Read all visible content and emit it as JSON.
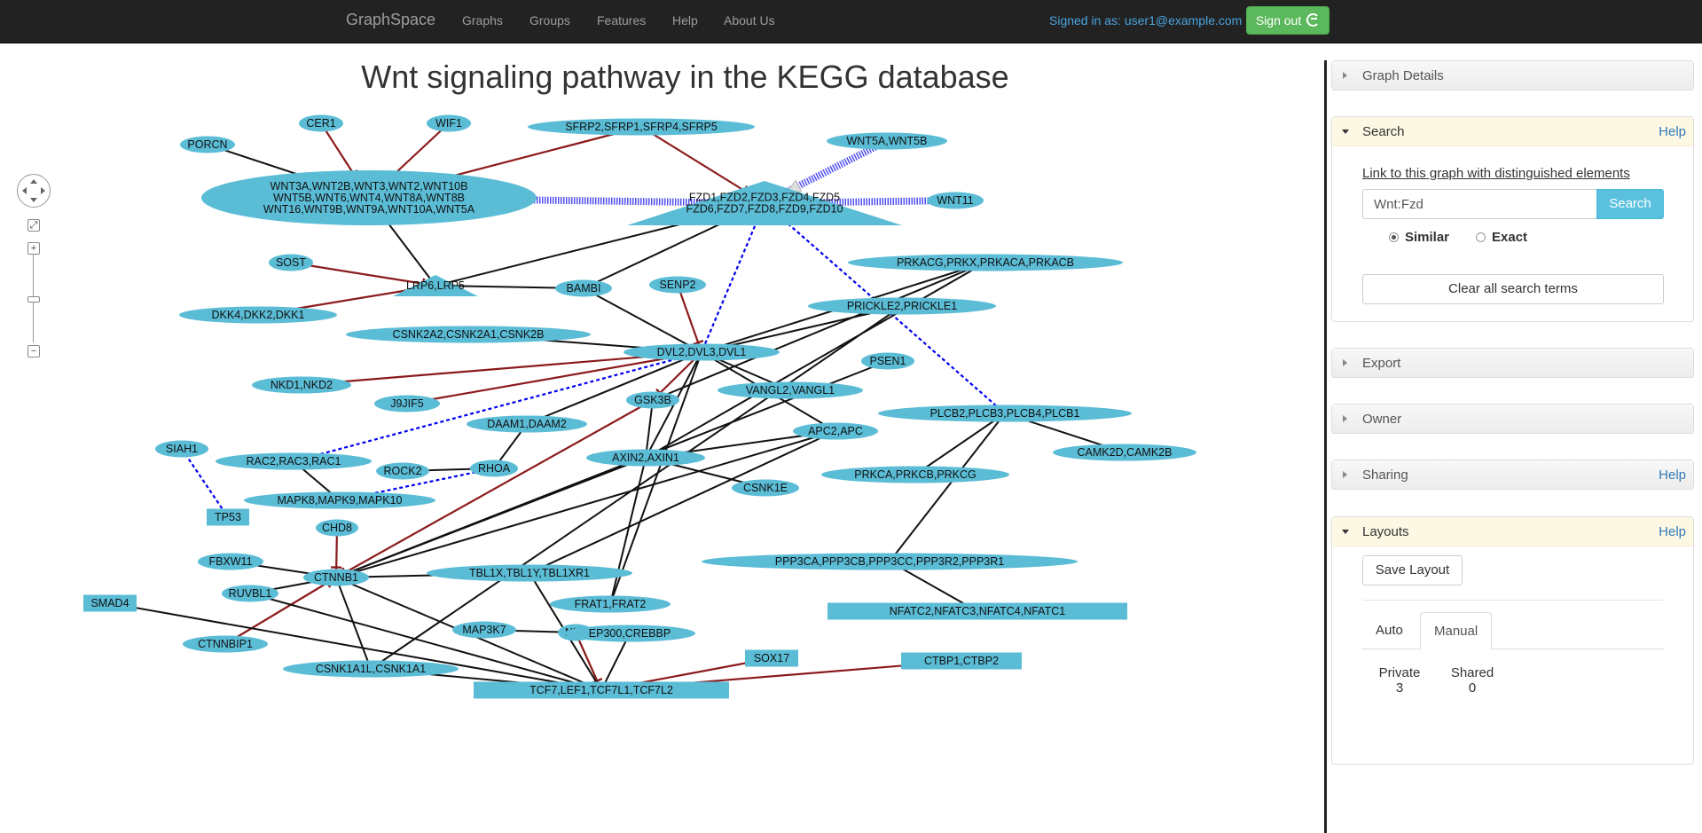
{
  "nav": {
    "brand": "GraphSpace",
    "links": [
      "Graphs",
      "Groups",
      "Features",
      "Help",
      "About Us"
    ],
    "signed_in": "Signed in as: user1@example.com",
    "signout": "Sign out"
  },
  "graph": {
    "title": "Wnt signaling pathway in the KEGG database",
    "nodes": [
      {
        "id": "cer1",
        "label": "CER1",
        "shape": "ellipse"
      },
      {
        "id": "wif1",
        "label": "WIF1",
        "shape": "ellipse"
      },
      {
        "id": "sfrp",
        "label": "SFRP2,SFRP1,SFRP4,SFRP5",
        "shape": "ellipse"
      },
      {
        "id": "wnt5a",
        "label": "WNT5A,WNT5B",
        "shape": "ellipse"
      },
      {
        "id": "porcn",
        "label": "PORCN",
        "shape": "ellipse"
      },
      {
        "id": "wnt",
        "label": "WNT3A,WNT2B,WNT3,WNT2,WNT10B|WNT5B,WNT6,WNT4,WNT8A,WNT8B|WNT16,WNT9B,WNT9A,WNT10A,WNT5A",
        "shape": "ellipse"
      },
      {
        "id": "fzd",
        "label": "FZD1,FZD2,FZD3,FZD4,FZD5|FZD6,FZD7,FZD8,FZD9,FZD10",
        "shape": "triangle"
      },
      {
        "id": "wnt11",
        "label": "WNT11",
        "shape": "ellipse"
      },
      {
        "id": "sost",
        "label": "SOST",
        "shape": "ellipse"
      },
      {
        "id": "lrp",
        "label": "LRP6,LRP5",
        "shape": "triangle"
      },
      {
        "id": "bambi",
        "label": "BAMBI",
        "shape": "ellipse"
      },
      {
        "id": "senp2",
        "label": "SENP2",
        "shape": "ellipse"
      },
      {
        "id": "prka",
        "label": "PRKACG,PRKX,PRKACA,PRKACB",
        "shape": "ellipse"
      },
      {
        "id": "dkk",
        "label": "DKK4,DKK2,DKK1",
        "shape": "ellipse"
      },
      {
        "id": "prickle",
        "label": "PRICKLE2,PRICKLE1",
        "shape": "ellipse"
      },
      {
        "id": "csnk2",
        "label": "CSNK2A2,CSNK2A1,CSNK2B",
        "shape": "ellipse"
      },
      {
        "id": "dvl",
        "label": "DVL2,DVL3,DVL1",
        "shape": "ellipse"
      },
      {
        "id": "psen1",
        "label": "PSEN1",
        "shape": "ellipse"
      },
      {
        "id": "nkd",
        "label": "NKD1,NKD2",
        "shape": "ellipse"
      },
      {
        "id": "vangl",
        "label": "VANGL2,VANGL1",
        "shape": "ellipse"
      },
      {
        "id": "j9jif5",
        "label": "J9JIF5",
        "shape": "ellipse"
      },
      {
        "id": "gsk3b",
        "label": "GSK3B",
        "shape": "ellipse"
      },
      {
        "id": "plcb",
        "label": "PLCB2,PLCB3,PLCB4,PLCB1",
        "shape": "ellipse"
      },
      {
        "id": "daam",
        "label": "DAAM1,DAAM2",
        "shape": "ellipse"
      },
      {
        "id": "apc",
        "label": "APC2,APC",
        "shape": "ellipse"
      },
      {
        "id": "siah1",
        "label": "SIAH1",
        "shape": "ellipse"
      },
      {
        "id": "camk2",
        "label": "CAMK2D,CAMK2B",
        "shape": "ellipse"
      },
      {
        "id": "rac",
        "label": "RAC2,RAC3,RAC1",
        "shape": "ellipse"
      },
      {
        "id": "axin",
        "label": "AXIN2,AXIN1",
        "shape": "ellipse"
      },
      {
        "id": "rock2",
        "label": "ROCK2",
        "shape": "ellipse"
      },
      {
        "id": "rhoa",
        "label": "RHOA",
        "shape": "ellipse"
      },
      {
        "id": "prkc",
        "label": "PRKCA,PRKCB,PRKCG",
        "shape": "ellipse"
      },
      {
        "id": "csnk1e",
        "label": "CSNK1E",
        "shape": "ellipse"
      },
      {
        "id": "mapk",
        "label": "MAPK8,MAPK9,MAPK10",
        "shape": "ellipse"
      },
      {
        "id": "tp53",
        "label": "TP53",
        "shape": "rect"
      },
      {
        "id": "chd8",
        "label": "CHD8",
        "shape": "ellipse"
      },
      {
        "id": "fbxw11",
        "label": "FBXW11",
        "shape": "ellipse"
      },
      {
        "id": "ppp3",
        "label": "PPP3CA,PPP3CB,PPP3CC,PPP3R2,PPP3R1",
        "shape": "ellipse"
      },
      {
        "id": "ctnnb1",
        "label": "CTNNB1",
        "shape": "ellipse"
      },
      {
        "id": "tbl1",
        "label": "TBL1X,TBL1Y,TBL1XR1",
        "shape": "ellipse"
      },
      {
        "id": "ruvbl1",
        "label": "RUVBL1",
        "shape": "ellipse"
      },
      {
        "id": "smad4",
        "label": "SMAD4",
        "shape": "rect"
      },
      {
        "id": "frat",
        "label": "FRAT1,FRAT2",
        "shape": "ellipse"
      },
      {
        "id": "nfatc",
        "label": "NFATC2,NFATC3,NFATC4,NFATC1",
        "shape": "rect"
      },
      {
        "id": "map3k7",
        "label": "MAP3K7",
        "shape": "ellipse"
      },
      {
        "id": "nlk",
        "label": "NLK",
        "shape": "ellipse"
      },
      {
        "id": "ep300",
        "label": "EP300,CREBBP",
        "shape": "ellipse"
      },
      {
        "id": "ctnnbip1",
        "label": "CTNNBIP1",
        "shape": "ellipse"
      },
      {
        "id": "sox17",
        "label": "SOX17",
        "shape": "rect"
      },
      {
        "id": "ctbp",
        "label": "CTBP1,CTBP2",
        "shape": "rect"
      },
      {
        "id": "csnk1a",
        "label": "CSNK1A1L,CSNK1A1",
        "shape": "ellipse"
      },
      {
        "id": "tcf",
        "label": "TCF7,LEF1,TCF7L1,TCF7L2",
        "shape": "rect"
      }
    ],
    "edges": [
      {
        "s": "porcn",
        "t": "wnt",
        "type": "black"
      },
      {
        "s": "cer1",
        "t": "wnt",
        "type": "inhibit"
      },
      {
        "s": "wif1",
        "t": "wnt",
        "type": "inhibit"
      },
      {
        "s": "sfrp",
        "t": "wnt",
        "type": "inhibit"
      },
      {
        "s": "sfrp",
        "t": "fzd",
        "type": "inhibit"
      },
      {
        "s": "wnt",
        "t": "fzd",
        "type": "bind"
      },
      {
        "s": "wnt11",
        "t": "fzd",
        "type": "bind"
      },
      {
        "s": "wnt5a",
        "t": "fzd",
        "type": "bind"
      },
      {
        "s": "wnt",
        "t": "lrp",
        "type": "black"
      },
      {
        "s": "fzd",
        "t": "lrp",
        "type": "black"
      },
      {
        "s": "sost",
        "t": "lrp",
        "type": "inhibit"
      },
      {
        "s": "dkk",
        "t": "lrp",
        "type": "inhibit"
      },
      {
        "s": "lrp",
        "t": "bambi",
        "type": "black"
      },
      {
        "s": "fzd",
        "t": "bambi",
        "type": "black"
      },
      {
        "s": "fzd",
        "t": "dvl",
        "type": "dashed"
      },
      {
        "s": "fzd",
        "t": "plcb",
        "type": "dashed"
      },
      {
        "s": "bambi",
        "t": "dvl",
        "type": "black"
      },
      {
        "s": "senp2",
        "t": "dvl",
        "type": "inhibit"
      },
      {
        "s": "csnk2",
        "t": "dvl",
        "type": "black"
      },
      {
        "s": "prka",
        "t": "dvl",
        "type": "black"
      },
      {
        "s": "prka",
        "t": "gsk3b",
        "type": "black"
      },
      {
        "s": "prka",
        "t": "axin",
        "type": "black"
      },
      {
        "s": "prickle",
        "t": "dvl",
        "type": "black"
      },
      {
        "s": "dvl",
        "t": "vangl",
        "type": "black"
      },
      {
        "s": "dvl",
        "t": "apc",
        "type": "black"
      },
      {
        "s": "nkd",
        "t": "dvl",
        "type": "inhibit"
      },
      {
        "s": "j9jif5",
        "t": "dvl",
        "type": "inhibit"
      },
      {
        "s": "dvl",
        "t": "gsk3b",
        "type": "inhibit"
      },
      {
        "s": "dvl",
        "t": "rac",
        "type": "dashed"
      },
      {
        "s": "dvl",
        "t": "daam",
        "type": "black"
      },
      {
        "s": "dvl",
        "t": "axin",
        "type": "black"
      },
      {
        "s": "dvl",
        "t": "frat",
        "type": "black"
      },
      {
        "s": "daam",
        "t": "rhoa",
        "type": "black"
      },
      {
        "s": "rhoa",
        "t": "mapk",
        "type": "dashed"
      },
      {
        "s": "rock2",
        "t": "rhoa",
        "type": "black"
      },
      {
        "s": "rac",
        "t": "mapk",
        "type": "black"
      },
      {
        "s": "siah1",
        "t": "tp53",
        "type": "dashed"
      },
      {
        "s": "plcb",
        "t": "prkc",
        "type": "black"
      },
      {
        "s": "plcb",
        "t": "camk2",
        "type": "black"
      },
      {
        "s": "plcb",
        "t": "ppp3",
        "type": "black"
      },
      {
        "s": "ppp3",
        "t": "nfatc",
        "type": "black"
      },
      {
        "s": "gsk3b",
        "t": "axin",
        "type": "black"
      },
      {
        "s": "gsk3b",
        "t": "ctnnb1",
        "type": "inhibit"
      },
      {
        "s": "axin",
        "t": "apc",
        "type": "black"
      },
      {
        "s": "axin",
        "t": "csnk1e",
        "type": "black"
      },
      {
        "s": "axin",
        "t": "ctnnb1",
        "type": "black"
      },
      {
        "s": "axin",
        "t": "frat",
        "type": "black"
      },
      {
        "s": "apc",
        "t": "ctnnb1",
        "type": "black"
      },
      {
        "s": "apc",
        "t": "tbl1",
        "type": "black"
      },
      {
        "s": "psen1",
        "t": "ctnnb1",
        "type": "black"
      },
      {
        "s": "chd8",
        "t": "ctnnb1",
        "type": "inhibit"
      },
      {
        "s": "fbxw11",
        "t": "ctnnb1",
        "type": "black"
      },
      {
        "s": "ctnnb1",
        "t": "tbl1",
        "type": "black"
      },
      {
        "s": "ruvbl1",
        "t": "ctnnb1",
        "type": "black"
      },
      {
        "s": "ctnnbip1",
        "t": "ctnnb1",
        "type": "inhibit"
      },
      {
        "s": "ctnnb1",
        "t": "tcf",
        "type": "black"
      },
      {
        "s": "ctnnb1",
        "t": "csnk1a",
        "type": "black"
      },
      {
        "s": "smad4",
        "t": "tcf",
        "type": "black"
      },
      {
        "s": "ruvbl1",
        "t": "tcf",
        "type": "black"
      },
      {
        "s": "map3k7",
        "t": "nlk",
        "type": "black"
      },
      {
        "s": "nlk",
        "t": "tcf",
        "type": "inhibit"
      },
      {
        "s": "ep300",
        "t": "tcf",
        "type": "black"
      },
      {
        "s": "sox17",
        "t": "tcf",
        "type": "inhibit"
      },
      {
        "s": "ctbp",
        "t": "tcf",
        "type": "inhibit"
      },
      {
        "s": "csnk1a",
        "t": "tcf",
        "type": "black"
      },
      {
        "s": "tbl1",
        "t": "tcf",
        "type": "black"
      },
      {
        "s": "prickle",
        "t": "csnk1a",
        "type": "black"
      }
    ]
  },
  "sidebar": {
    "graph_details": "Graph Details",
    "search": {
      "title": "Search",
      "help": "Help",
      "link_text": "Link to this graph with distinguished elements",
      "input_value": "Wnt:Fzd",
      "button": "Search",
      "similar": "Similar",
      "exact": "Exact",
      "clear": "Clear all search terms"
    },
    "export": "Export",
    "owner": "Owner",
    "sharing": "Sharing",
    "sharing_help": "Help",
    "layouts": {
      "title": "Layouts",
      "help": "Help",
      "save": "Save Layout",
      "tab_auto": "Auto",
      "tab_manual": "Manual",
      "private_label": "Private",
      "private_count": "3",
      "shared_label": "Shared",
      "shared_count": "0"
    }
  },
  "colors": {
    "node": "#5bbcd6",
    "inhibit_edge": "#8b1a1a",
    "bind_edge": "#5050ee",
    "dashed_edge": "#0000ee"
  }
}
